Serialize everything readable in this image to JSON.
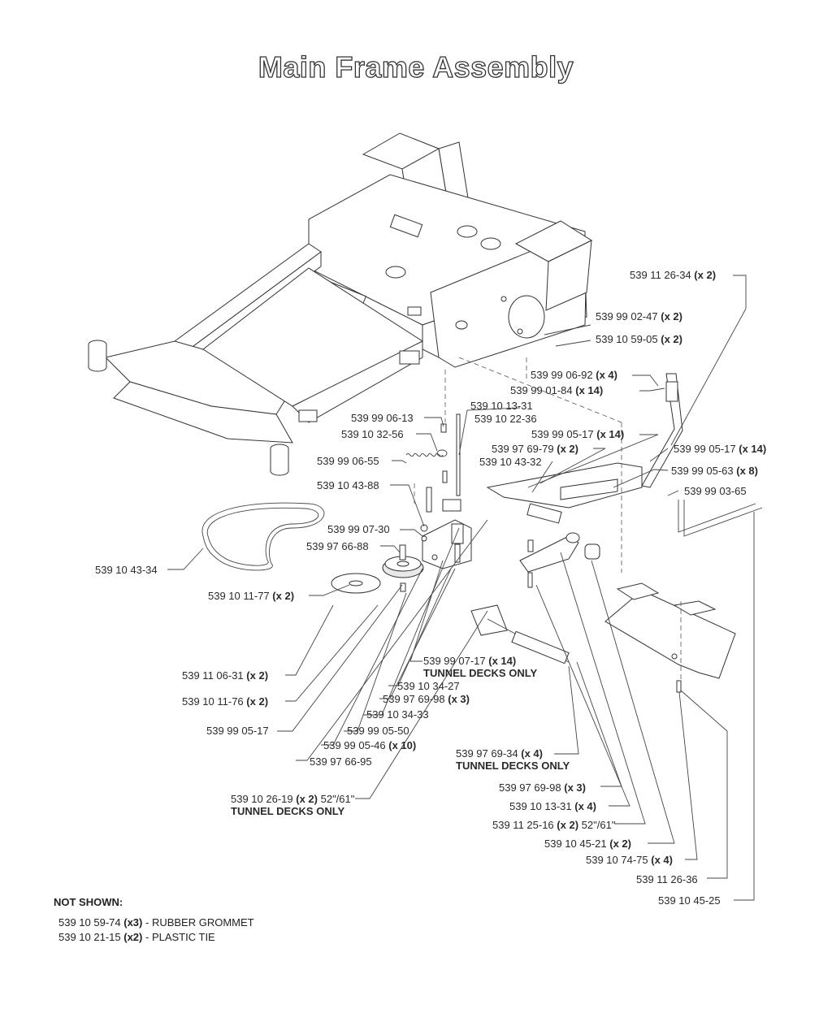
{
  "title": "Main Frame Assembly",
  "callouts": [
    {
      "part": "539 11 26-34",
      "qty": "(x 2)"
    },
    {
      "part": "539 99 02-47",
      "qty": "(x 2)"
    },
    {
      "part": "539 10 59-05",
      "qty": "(x 2)"
    },
    {
      "part": "539 99 06-92",
      "qty": "(x 4)"
    },
    {
      "part": "539 99 01-84",
      "qty": "(x 14)"
    },
    {
      "part": "539 10 13-31",
      "qty": ""
    },
    {
      "part": "539 10 22-36",
      "qty": ""
    },
    {
      "part": "539 99 06-13",
      "qty": ""
    },
    {
      "part": "539 10 32-56",
      "qty": ""
    },
    {
      "part": "539 99 05-17",
      "qty": "(x 14)"
    },
    {
      "part": "539 97 69-79",
      "qty": "(x 2)"
    },
    {
      "part": "539 99 05-17",
      "qty": "(x 14)"
    },
    {
      "part": "539 10 43-32",
      "qty": ""
    },
    {
      "part": "539 99 06-55",
      "qty": ""
    },
    {
      "part": "539 99 05-63",
      "qty": "(x 8)"
    },
    {
      "part": "539 10 43-88",
      "qty": ""
    },
    {
      "part": "539 99 03-65",
      "qty": ""
    },
    {
      "part": "539 99 07-30",
      "qty": ""
    },
    {
      "part": "539 97 66-88",
      "qty": ""
    },
    {
      "part": "539 10 43-34",
      "qty": ""
    },
    {
      "part": "539 10 11-77",
      "qty": "(x 2)"
    },
    {
      "part": "539 99 07-17",
      "qty": "(x 14)",
      "note": "TUNNEL DECKS ONLY"
    },
    {
      "part": "539 10 34-27",
      "qty": ""
    },
    {
      "part": "539 97 69-98",
      "qty": "(x 3)"
    },
    {
      "part": "539 11 06-31",
      "qty": "(x 2)"
    },
    {
      "part": "539 10 34-33",
      "qty": ""
    },
    {
      "part": "539 10 11-76",
      "qty": "(x 2)"
    },
    {
      "part": "539 99 05-50",
      "qty": ""
    },
    {
      "part": "539 99 05-17",
      "qty": ""
    },
    {
      "part": "539 99 05-46",
      "qty": "(x 10)"
    },
    {
      "part": "539 97 66-95",
      "qty": ""
    },
    {
      "part": "539 97 69-34",
      "qty": "(x 4)",
      "note": "TUNNEL DECKS ONLY"
    },
    {
      "part": "539 10 26-19",
      "qty": "(x 2)",
      "suffix": "52\"/61\"",
      "note": "TUNNEL DECKS ONLY"
    },
    {
      "part": "539 97 69-98",
      "qty": "(x 3)"
    },
    {
      "part": "539 10 13-31",
      "qty": "(x 4)"
    },
    {
      "part": "539 11 25-16",
      "qty": "(x 2)",
      "suffix": "52\"/61\""
    },
    {
      "part": "539 10 45-21",
      "qty": "(x 2)"
    },
    {
      "part": "539 10 74-75",
      "qty": "(x 4)"
    },
    {
      "part": "539 11 26-36",
      "qty": ""
    },
    {
      "part": "539 10 45-25",
      "qty": ""
    }
  ],
  "not_shown": {
    "heading": "NOT SHOWN:",
    "items": [
      {
        "part": "539 10 59-74",
        "qty": "(x3)",
        "desc": "- RUBBER GROMMET"
      },
      {
        "part": "539 10 21-15",
        "qty": "(x2)",
        "desc": "- PLASTIC TIE"
      }
    ]
  }
}
